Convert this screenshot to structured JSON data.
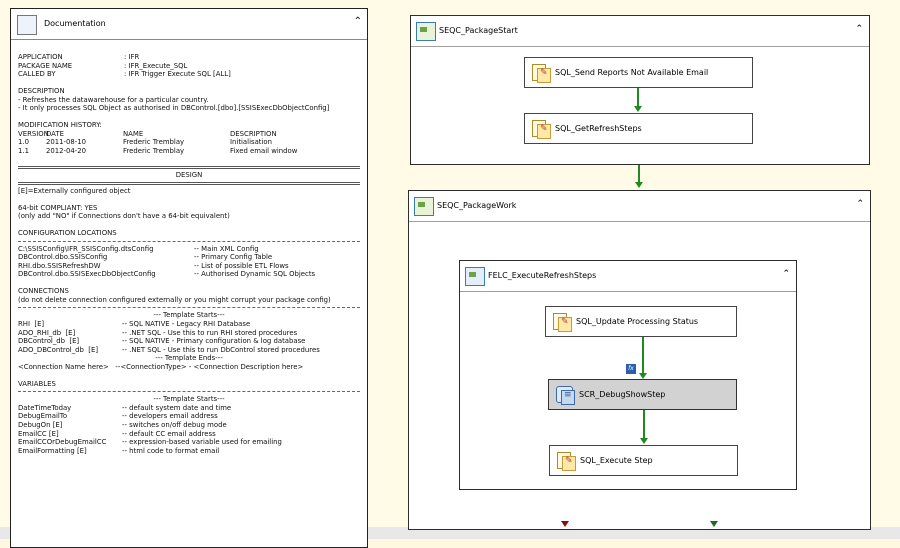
{
  "documentation": {
    "title": "Documentation",
    "collapse_icon": "double-chevron-up-icon",
    "header": [
      {
        "k": "APPLICATION",
        "v": ": IFR"
      },
      {
        "k": "PACKAGE NAME",
        "v": ": IFR_Execute_SQL"
      },
      {
        "k": "CALLED BY",
        "v": ": IFR Trigger Execute SQL [ALL]"
      }
    ],
    "description_title": "DESCRIPTION",
    "description_lines": [
      "- Refreshes the datawarehouse for a particular country.",
      "- It only processes SQL Object as authorised in DBControl.[dbo].[SSISExecDbObjectConfig]"
    ],
    "modification_title": "MODIFICATION HISTORY:",
    "mod_headers": [
      "VERSION",
      "DATE",
      "NAME",
      "DESCRIPTION"
    ],
    "mod_rows": [
      [
        "1.0",
        "2011-08-10",
        "Frederic Tremblay",
        "Initialisation"
      ],
      [
        "1.1",
        "2012-04-20",
        "Frederic Tremblay",
        "Fixed email window"
      ]
    ],
    "design_title": "DESIGN",
    "design_note": "[E]=Externally configured object",
    "compliant_line": "64-bit COMPLIANT: YES",
    "compliant_note": "(only add \"NO\" if Connections don't have a 64-bit equivalent)",
    "config_title": "CONFIGURATION LOCATIONS",
    "config_rows": [
      {
        "k": "C:\\SSISConfig\\IFR_SSISConfig.dtsConfig",
        "v": "-- Main XML Config"
      },
      {
        "k": "DBControl.dbo.SSISConfig",
        "v": "-- Primary Config Table"
      },
      {
        "k": "RHI.dbo.SSISRefreshDW",
        "v": "-- List of possible ETL Flows"
      },
      {
        "k": "DBControl.dbo.SSISExecDbObjectConfig",
        "v": "-- Authorised Dynamic SQL Objects"
      }
    ],
    "connections_title": "CONNECTIONS",
    "connections_note": "(do not delete connection configured externally or you might corrupt your package config)",
    "template_starts": "--- Template Starts---",
    "template_ends": "--- Template Ends---",
    "connection_rows": [
      {
        "k": "RHI  [E]",
        "v": "-- SQL NATIVE - Legacy RHI Database"
      },
      {
        "k": "ADO_RHI_db  [E]",
        "v": "-- .NET SQL - Use this to run RHI stored procedures"
      },
      {
        "k": "DBControl_db  [E]",
        "v": "-- SQL NATIVE - Primary configuration & log database"
      },
      {
        "k": "ADO_DBControl_db  [E]",
        "v": "-- .NET SQL - Use this to run DbControl stored procedures"
      }
    ],
    "connection_template": "<Connection Name here>   --<ConnectionType> - <Connection Description here>",
    "variables_title": "VARIABLES",
    "variable_rows": [
      {
        "k": "DateTimeToday",
        "v": "-- default system date and time"
      },
      {
        "k": "DebugEmailTo",
        "v": "-- developers email address"
      },
      {
        "k": "DebugOn [E]",
        "v": "-- switches on/off debug mode"
      },
      {
        "k": "EmailCC [E]",
        "v": "-- default CC email address"
      },
      {
        "k": "EmailCCOrDebugEmailCC",
        "v": "-- expression-based variable used for emailing"
      },
      {
        "k": "EmailFormatting [E]",
        "v": "-- html code to format email"
      }
    ]
  },
  "containers": {
    "package_start": {
      "title": "SEQC_PackageStart",
      "collapse_icon": "double-chevron-up-icon"
    },
    "package_work": {
      "title": "SEQC_PackageWork",
      "collapse_icon": "double-chevron-up-icon"
    },
    "foreach_loop": {
      "title": "FELC_ExecuteRefreshSteps",
      "collapse_icon": "double-chevron-up-icon"
    }
  },
  "tasks": {
    "send_reports": "SQL_Send Reports Not Available Email",
    "get_refresh_steps": "SQL_GetRefreshSteps",
    "update_status": "SQL_Update Processing Status",
    "debug_show_step": "SCR_DebugShowStep",
    "execute_step": "SQL_Execute Step"
  },
  "expression_badge": "fx",
  "colors": {
    "canvas": "#fffbe6",
    "precedence_success": "#1f8a1f",
    "selected_task": "#d2d2d2"
  }
}
